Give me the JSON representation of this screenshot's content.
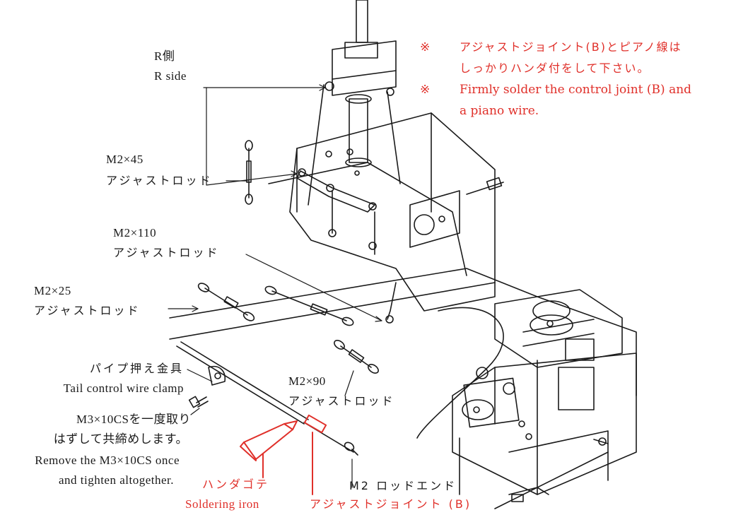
{
  "labels": {
    "r_side_jp": "R側",
    "r_side_en": "R side",
    "m2x45_size": "M2×45",
    "m2x45_name": "アジャストロッド",
    "m2x110_size": "M2×110",
    "m2x110_name": "アジャストロッド",
    "m2x25_size": "M2×25",
    "m2x25_name": "アジャストロッド",
    "clamp_jp": "パイプ押え金具",
    "clamp_en": "Tail control wire clamp",
    "m3_jp_1": "M3×10CSを一度取り",
    "m3_jp_2": "はずして共締めします。",
    "m3_en_1": "Remove the M3×10CS once",
    "m3_en_2": "and tighten altogether.",
    "m2x90_size": "M2×90",
    "m2x90_name": "アジャストロッド",
    "iron_jp": "ハンダゴテ",
    "iron_en": "Soldering iron",
    "rod_end": "M2 ロッドエンド",
    "adjust_joint": "アジャストジョイント (B)"
  },
  "note": {
    "mark": "※",
    "jp_line1": "アジャストジョイント(B)とピアノ線は",
    "jp_line2": "しっかりハンダ付をして下さい。",
    "en_line1": "Firmly solder the control joint (B) and",
    "en_line2": "a piano wire."
  },
  "colors": {
    "ink": "#1a1a1a",
    "accent_red": "#e0302a",
    "background": "#ffffff"
  }
}
